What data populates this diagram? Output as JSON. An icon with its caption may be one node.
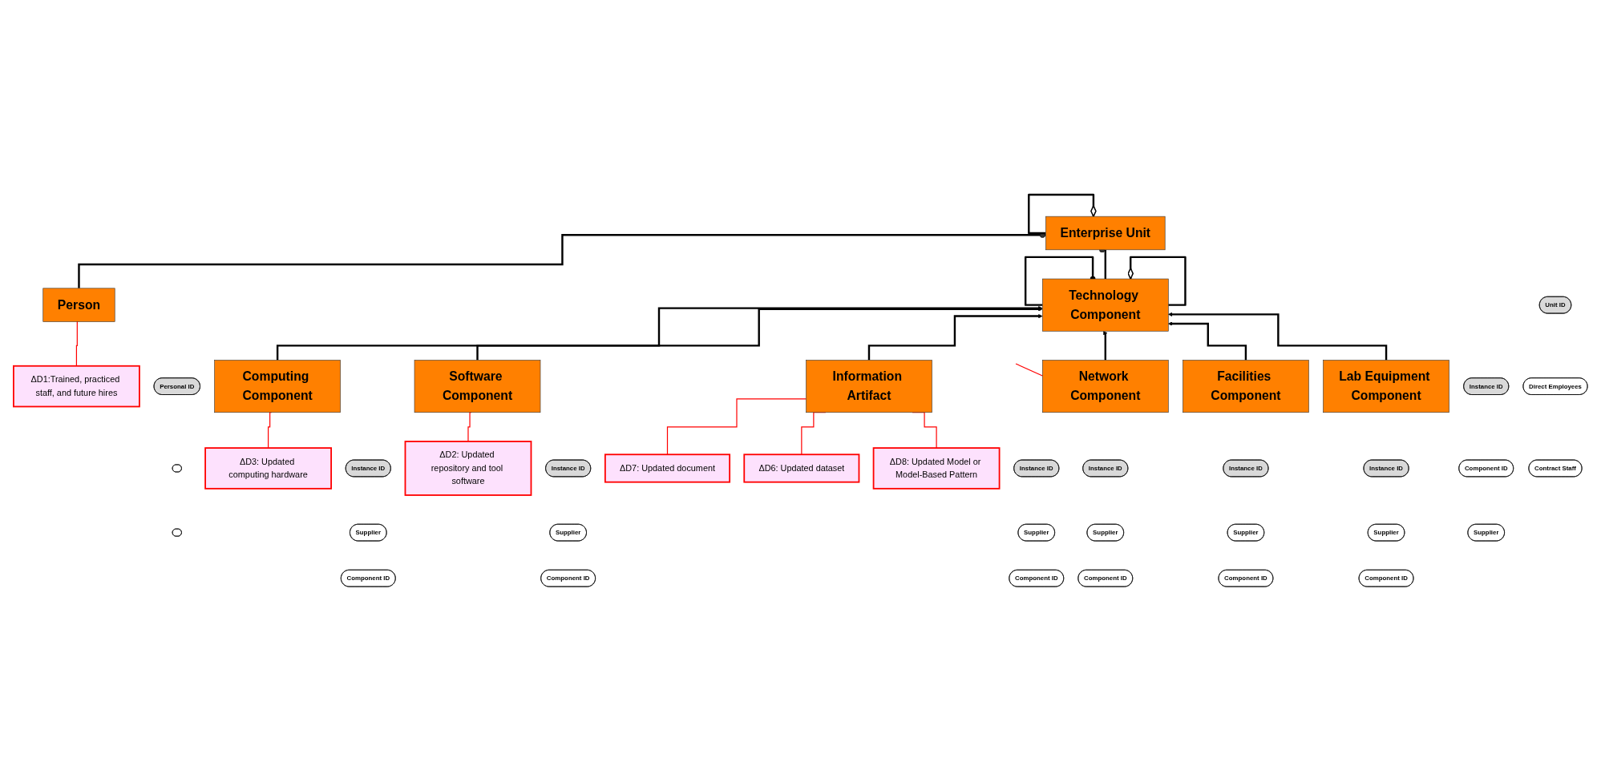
{
  "diagram": {
    "nodes": [
      {
        "text": [
          "ΔD1:Trained, practiced staff, and future hires"
        ]
      },
      {
        "text": [
          "Person"
        ]
      },
      {
        "text": [
          "Personal ID"
        ]
      },
      {
        "text": [],
        "shape": "box"
      },
      {
        "text": [],
        "shape": "box"
      },
      {
        "text": [
          "Technology Component"
        ]
      },
      {
        "text": [
          "Instance ID"
        ]
      },
      {
        "text": [
          "Component ID"
        ]
      },
      {
        "text": [
          "Supplier"
        ]
      },
      {
        "text": [
          "Enterprise Unit"
        ]
      },
      {
        "text": [
          "Unit ID"
        ]
      },
      {
        "text": [
          "Direct Employees"
        ]
      },
      {
        "text": [
          "Contract Staff"
        ]
      },
      {
        "text": [
          "Computing Component"
        ]
      },
      {
        "text": [
          "Instance ID"
        ]
      },
      {
        "text": [
          "Supplier"
        ]
      },
      {
        "text": [
          "Component ID"
        ]
      },
      {
        "text": [
          "Software Component"
        ]
      },
      {
        "text": [
          "Instance ID"
        ]
      },
      {
        "text": [
          "Supplier"
        ]
      },
      {
        "text": [
          "Component ID"
        ]
      },
      {
        "text": [
          "Information Artifact"
        ]
      },
      {
        "text": [
          "Instance ID"
        ]
      },
      {
        "text": [
          "Supplier"
        ]
      },
      {
        "text": [
          "Component ID"
        ]
      },
      {
        "text": [
          "Network Component"
        ]
      },
      {
        "text": [
          "Instance ID"
        ]
      },
      {
        "text": [
          "Supplier"
        ]
      },
      {
        "text": [
          "Component ID"
        ]
      },
      {
        "text": [
          "Facilities Component"
        ]
      },
      {
        "text": [
          "Instance ID"
        ]
      },
      {
        "text": [
          "Supplier"
        ]
      },
      {
        "text": [
          "Component ID"
        ]
      },
      {
        "text": [
          "Lab Equipment Component"
        ]
      },
      {
        "text": [
          "Instance ID"
        ]
      },
      {
        "text": [
          "Supplier"
        ]
      },
      {
        "text": [
          "Component ID"
        ]
      },
      {
        "text": [
          "ΔD3: Updated computing hardware"
        ]
      },
      {
        "text": [
          "ΔD2: Updated repository and tool software"
        ]
      },
      {
        "text": [
          "ΔD7: Updated document"
        ]
      },
      {
        "text": [
          "ΔD6: Updated dataset"
        ]
      },
      {
        "text": [
          "ΔD8: Updated Model or Model-Based Pattern"
        ]
      }
    ],
    "edges": [
      {
        "from": 1,
        "to": 9,
        "arrow": "other"
      },
      {
        "from": 5,
        "to": 5,
        "arrow": "other"
      },
      {
        "from": 5,
        "to": 5,
        "arrow": "other"
      },
      {
        "from": 5,
        "to": 9,
        "arrow": "other"
      },
      {
        "from": 9,
        "to": 9,
        "arrow": "other"
      },
      {
        "from": 13,
        "to": 5,
        "arrow": "to"
      },
      {
        "from": 17,
        "to": 5,
        "arrow": "to"
      },
      {
        "from": 21,
        "to": 5,
        "arrow": "to"
      },
      {
        "from": 25,
        "to": 5,
        "arrow": "to"
      },
      {
        "from": 29,
        "to": 5,
        "arrow": "to"
      },
      {
        "from": 33,
        "to": 5,
        "arrow": "to"
      },
      {
        "from": 0,
        "to": 1,
        "arrow": "none",
        "color": "#ff0000"
      },
      {
        "from": 37,
        "to": 13,
        "arrow": "none",
        "color": "#ff0000"
      },
      {
        "from": 38,
        "to": 17,
        "arrow": "none",
        "color": "#ff0000"
      },
      {
        "from": 39,
        "to": 21,
        "arrow": "none",
        "color": "#ff0000"
      },
      {
        "from": 40,
        "to": 21,
        "arrow": "none",
        "color": "#ff0000"
      },
      {
        "from": 41,
        "to": 21,
        "arrow": "none",
        "color": "#ff0000"
      },
      {
        "from": null,
        "to": 25,
        "arrow": "none",
        "color": "#ff0000"
      }
    ]
  }
}
